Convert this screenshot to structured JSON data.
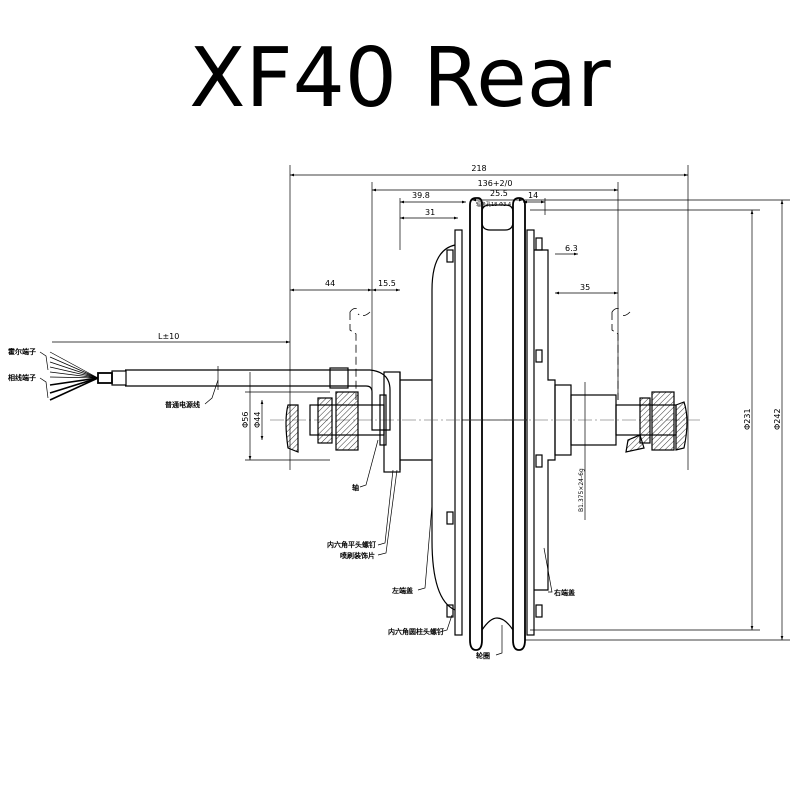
{
  "title": "XF40 Rear",
  "dimensions": {
    "overall_width": "218",
    "hub_width": "136+2/0",
    "left_offset": "39.8",
    "rim_width": "25.5",
    "right_offset": "14",
    "spoke_holes": "辐条孔18-Φ3.4",
    "left_flange": "31",
    "left_axle": "44",
    "left_nut": "15.5",
    "right_gap": "6.3",
    "right_axle": "35",
    "cable_length": "L±10",
    "dia_56": "Φ56",
    "dia_44": "Φ44",
    "dia_231": "Φ231",
    "dia_242": "Φ242",
    "thread": "B1.375×24-6g"
  },
  "labels": {
    "hall_terminal": "霍尔端子",
    "phase_terminal": "相线端子",
    "cable": "普通电源线",
    "axle": "轴",
    "flat_screw": "内六角平头螺钉",
    "decor_plate": "喷刷装饰片",
    "left_cover": "左端盖",
    "cap_screw": "内六角圆柱头螺钉",
    "rim": "轮圈",
    "right_cover": "右端盖"
  }
}
